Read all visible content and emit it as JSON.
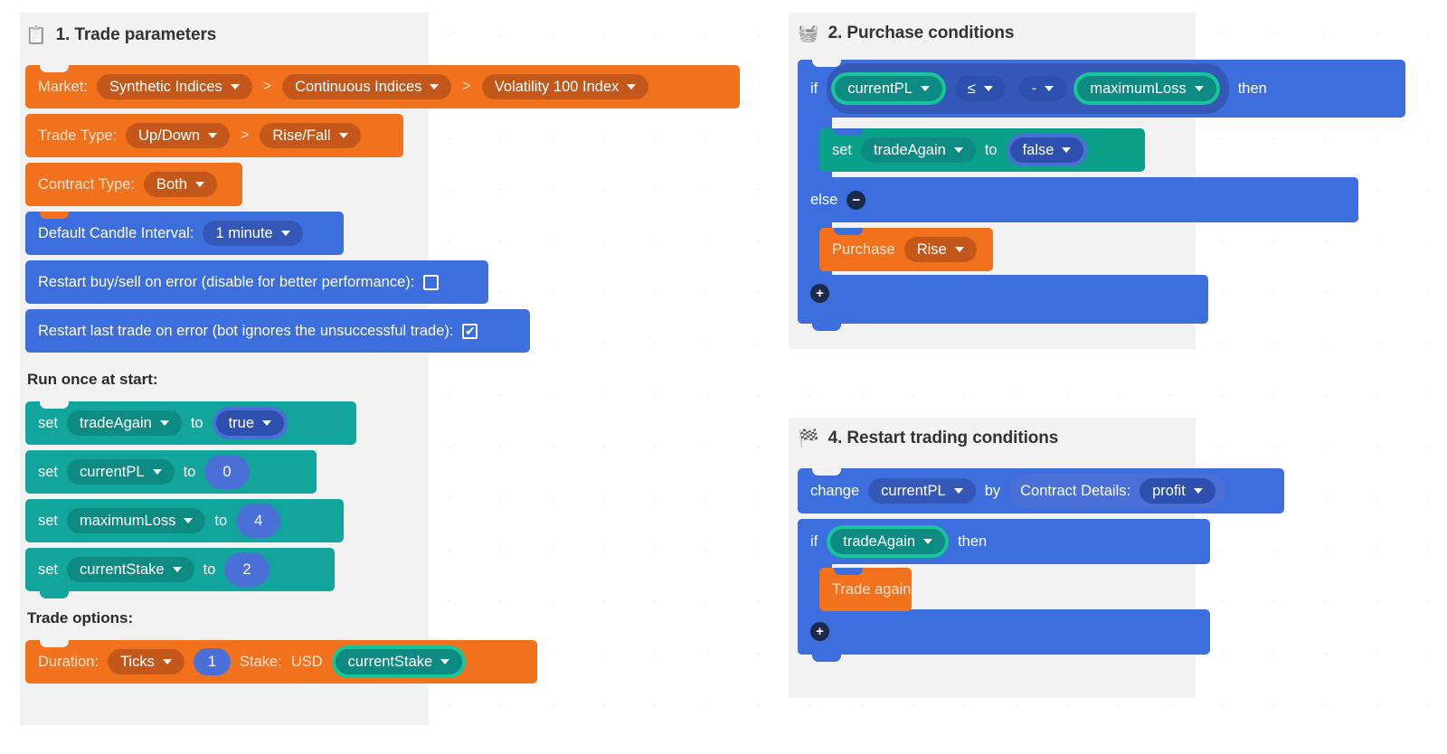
{
  "workspace": {
    "title": "Trading bot workspace",
    "canvas_bg": "#ffffff",
    "colors": {
      "orange": "#f2711c",
      "blue": "#3c6ede",
      "teal": "#12a59b",
      "panel": "#f2f2f2"
    }
  },
  "sections": [
    {
      "id": "trade-parameters",
      "number_label": "1. Trade parameters",
      "icon": "clipboard-list-icon",
      "icon_glyph": "📋"
    },
    {
      "id": "purchase-conditions",
      "number_label": "2. Purchase conditions",
      "icon": "shopping-basket-icon",
      "icon_glyph": "🧺"
    },
    {
      "id": "restart-trading-conditions",
      "number_label": "4. Restart trading conditions",
      "icon": "checkered-flag-icon",
      "icon_glyph": "🏁"
    }
  ],
  "trade_parameters": {
    "market": {
      "label": "Market:",
      "field1": "Synthetic Indices",
      "sep1": ">",
      "field2": "Continuous Indices",
      "sep2": ">",
      "field3": "Volatility 100 Index"
    },
    "trade_type": {
      "label": "Trade Type:",
      "field1": "Up/Down",
      "sep1": ">",
      "field2": "Rise/Fall"
    },
    "contract_type": {
      "label": "Contract Type:",
      "field1": "Both"
    },
    "candle_interval": {
      "label": "Default Candle Interval:",
      "field1": "1 minute"
    },
    "restart_buysell": {
      "label": "Restart buy/sell on error (disable for better performance):",
      "checked": false,
      "check_glyph": ""
    },
    "restart_last_trade": {
      "label": "Restart last trade on error (bot ignores the unsuccessful trade):",
      "checked": true,
      "check_glyph": "✔"
    }
  },
  "run_once": {
    "heading": "Run once at start:",
    "statements": [
      {
        "keyword": "set",
        "variable": "tradeAgain",
        "to": "to",
        "value": "true",
        "value_kind": "dropdown"
      },
      {
        "keyword": "set",
        "variable": "currentPL",
        "to": "to",
        "value": "0",
        "value_kind": "number"
      },
      {
        "keyword": "set",
        "variable": "maximumLoss",
        "to": "to",
        "value": "4",
        "value_kind": "number"
      },
      {
        "keyword": "set",
        "variable": "currentStake",
        "to": "to",
        "value": "2",
        "value_kind": "number"
      }
    ]
  },
  "trade_options": {
    "heading": "Trade options:",
    "duration_label": "Duration:",
    "duration_unit": "Ticks",
    "duration_value": "1",
    "stake_label": "Stake:",
    "currency": "USD",
    "stake_variable": "currentStake"
  },
  "purchase_conditions": {
    "if_keyword": "if",
    "condition": {
      "left_variable": "currentPL",
      "operator": "≤",
      "negate": "-",
      "right_variable": "maximumLoss"
    },
    "then_keyword": "then",
    "then_statement": {
      "keyword": "set",
      "variable": "tradeAgain",
      "to": "to",
      "value": "false"
    },
    "else_keyword": "else",
    "else_mutator": "−",
    "else_statement": {
      "keyword": "Purchase",
      "value": "Rise"
    },
    "add_mutator": "+"
  },
  "restart_conditions": {
    "change_statement": {
      "keyword": "change",
      "variable": "currentPL",
      "by": "by",
      "source_label": "Contract Details:",
      "source_field": "profit"
    },
    "if_keyword": "if",
    "if_variable": "tradeAgain",
    "then_keyword": "then",
    "then_statement": {
      "keyword": "Trade again"
    },
    "add_mutator": "+"
  }
}
